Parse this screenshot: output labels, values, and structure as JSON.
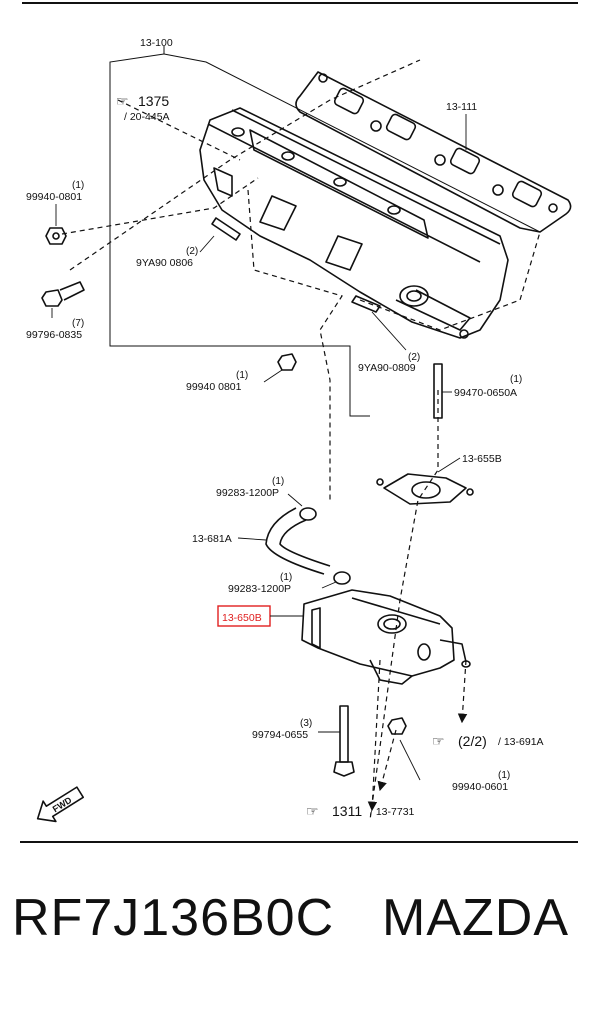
{
  "diagram": {
    "group_label": "13-100",
    "gasket_label": "13-111",
    "ref_top": {
      "num": "1375",
      "sub": "/ 20-445A"
    },
    "parts": {
      "p99940_0801_top": {
        "qty": "(1)",
        "pn": "99940-0801"
      },
      "p99796_0835": {
        "qty": "(7)",
        "pn": "99796-0835"
      },
      "p9ya90_0806": {
        "qty": "(2)",
        "pn": "9YA90 0806"
      },
      "p9ya90_0809": {
        "qty": "(2)",
        "pn": "9YA90-0809"
      },
      "p99940_0801_mid": {
        "qty": "(1)",
        "pn": "99940 0801"
      },
      "p99470_0650a": {
        "qty": "(1)",
        "pn": "99470-0650A"
      },
      "p13_655b": {
        "pn": "13-655B"
      },
      "p99283_top": {
        "qty": "(1)",
        "pn": "99283-1200P"
      },
      "p13_681a": {
        "pn": "13-681A"
      },
      "p99283_bot": {
        "qty": "(1)",
        "pn": "99283-1200P"
      },
      "p13_650b": {
        "pn": "13-650B"
      },
      "p99794_0655": {
        "qty": "(3)",
        "pn": "99794-0655"
      },
      "p99940_0601": {
        "qty": "(1)",
        "pn": "99940-0601"
      }
    },
    "ref_right": {
      "num": "(2/2)",
      "sub": "/ 13-691A"
    },
    "ref_bottom": {
      "num": "1311",
      "sub": "/ 13-7731"
    },
    "fwd": "FWD",
    "highlight_color": "#e02020"
  },
  "footer": {
    "part_number": "RF7J136B0C",
    "brand": "MAZDA"
  }
}
